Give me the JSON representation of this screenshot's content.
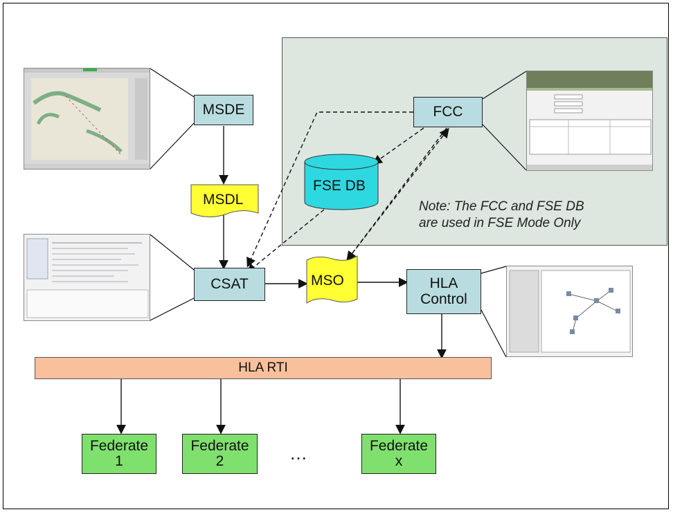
{
  "nodes": {
    "msde": "MSDE",
    "msdl": "MSDL",
    "csat": "CSAT",
    "mso": "MSO",
    "fcc": "FCC",
    "fse_db": "FSE DB",
    "hla_control": "HLA\nControl",
    "hla_rti": "HLA RTI",
    "federate_1": "Federate\n1",
    "federate_2": "Federate\n2",
    "federate_x": "Federate\nx",
    "ellipsis": "…"
  },
  "note": {
    "line1": "Note:  The FCC and FSE DB",
    "line2": "are used in FSE Mode Only"
  },
  "colors": {
    "node_blue": "#b9dce0",
    "federate_green": "#7fe06e",
    "rti_orange": "#f9c09c",
    "db_cyan": "#2ed8e0",
    "document_yellow": "#ffff33",
    "panel_gray_green": "#dde6df"
  }
}
